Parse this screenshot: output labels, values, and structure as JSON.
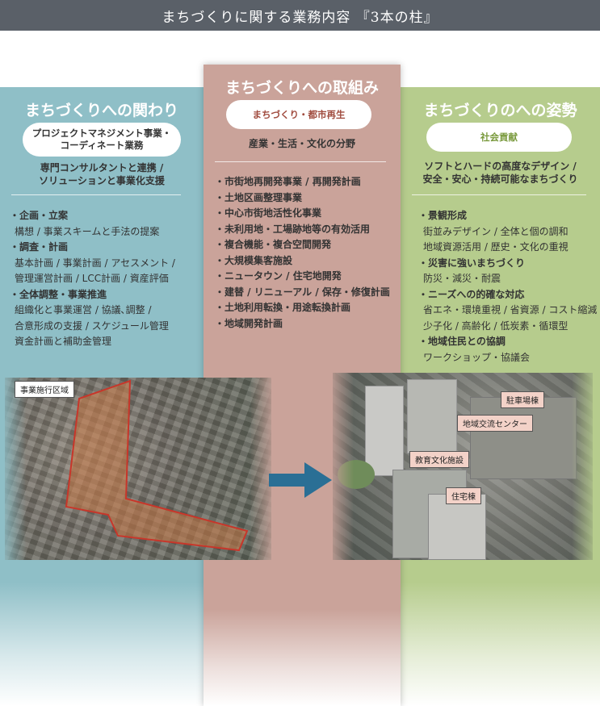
{
  "header": {
    "title": "まちづくりに関する業務内容 『3本の柱』"
  },
  "left": {
    "title": "まちづくりへの関わり",
    "pill": [
      "プロジェクトマネジメント事業・",
      "コーディネート業務"
    ],
    "subtext": [
      "専門コンサルタントと連携 /",
      "ソリューションと事業化支援"
    ],
    "items": [
      {
        "head": "・企画・立案",
        "subs": [
          "構想 / 事業スキームと手法の提案"
        ]
      },
      {
        "head": "・調査・計画",
        "subs": [
          "基本計画 / 事業計画 / アセスメント /",
          "管理運営計画 / LCC計画 / 資産評価"
        ]
      },
      {
        "head": "・全体調整・事業推進",
        "subs": [
          "組織化と事業運営 / 協議､調整 /",
          "合意形成の支援 / スケジュール管理",
          "資金計画と補助金管理"
        ]
      }
    ],
    "photo_label": "事業施行区域"
  },
  "middle": {
    "title": "まちづくりへの取組み",
    "pill": "まちづくり・都市再生",
    "subtext": "産業・生活・文化の分野",
    "items": [
      "・市街地再開発事業 / 再開発計画",
      "・土地区画整理事業",
      "・中心市街地活性化事業",
      "・未利用地・工場跡地等の有効活用",
      "・複合機能・複合空間開発",
      "・大規模集客施設",
      "・ニュータウン / 住宅地開発",
      "・建替 / リニューアル / 保存・修復計画",
      "・土地利用転換・用途転換計画",
      "・地域開発計画"
    ]
  },
  "right": {
    "title": "まちづくりのへの姿勢",
    "pill": "社会貢献",
    "subtext": [
      "ソフトとハードの高度なデザイン /",
      "安全・安心・持続可能なまちづくり"
    ],
    "items": [
      {
        "head": "・景観形成",
        "subs": [
          "街並みデザイン / 全体と個の調和",
          "地域資源活用 / 歴史・文化の重視"
        ]
      },
      {
        "head": "・災害に強いまちづくり",
        "subs": [
          "防災・減災・耐震"
        ]
      },
      {
        "head": "・ニーズへの的確な対応",
        "subs": [
          "省エネ・環境重視 / 省資源 / コスト縮減",
          "少子化 / 高齢化 / 低炭素・循環型"
        ]
      },
      {
        "head": "・地域住民との協調",
        "subs": [
          "ワークショップ・協議会"
        ]
      }
    ],
    "photo_labels": {
      "parking": "駐車場棟",
      "community": "地域交流センター",
      "education": "教育文化施設",
      "housing": "住宅棟"
    }
  },
  "colors": {
    "header": "#5a6068",
    "left_col": "#8fbfc7",
    "mid_col": "#caa39a",
    "right_col": "#b6cc8d",
    "arrow": "#2a6f95",
    "area_outline": "#c8362a"
  }
}
